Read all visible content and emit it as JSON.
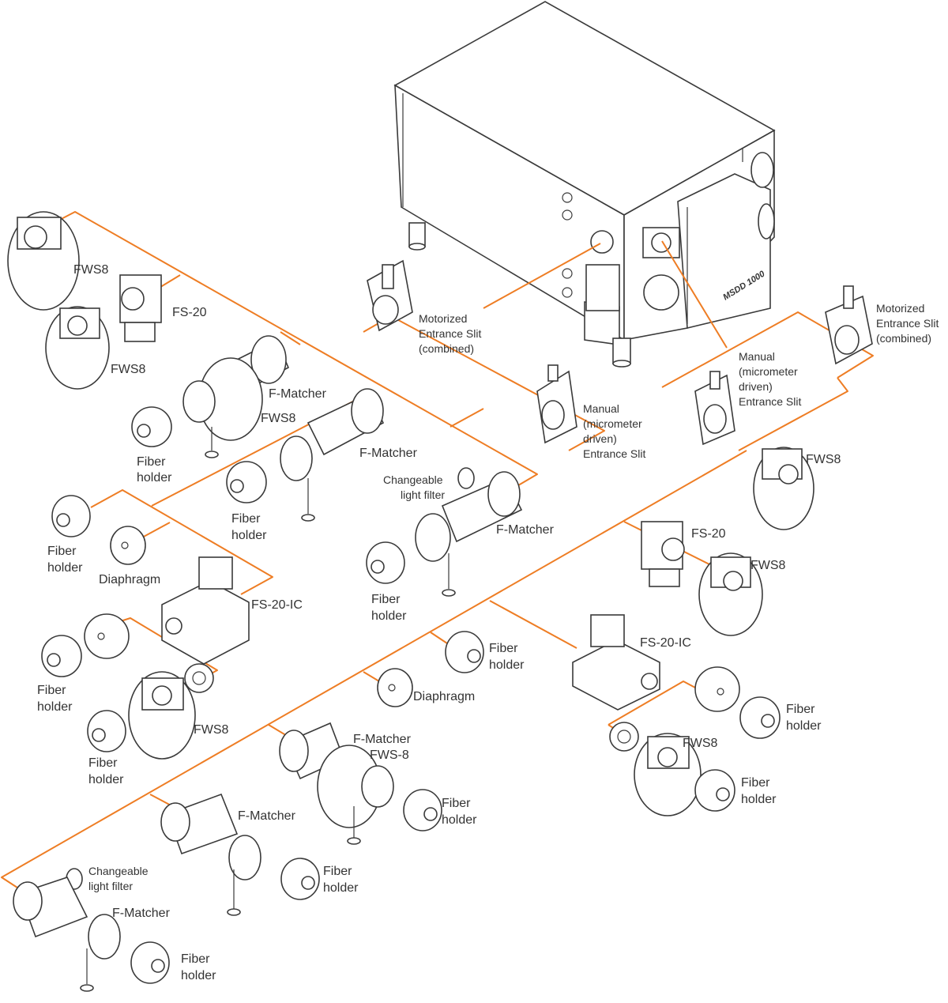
{
  "accent_color": "#ee7d24",
  "line_color": "#3a3a3a",
  "spectrometer": {
    "model": "MSDD 1000",
    "icon": "spectrometer-icon"
  },
  "labels": {
    "fws8_a": "FWS8",
    "fs20_a": "FS-20",
    "fws8_b": "FWS8",
    "fmatcher_a": "F-Matcher",
    "fws8_c": "FWS8",
    "fiber_a": [
      "Fiber",
      "holder"
    ],
    "fmatcher_b": "F-Matcher",
    "fiber_b": [
      "Fiber",
      "holder"
    ],
    "fiber_c": [
      "Fiber",
      "holder"
    ],
    "diaphragm_a": "Diaphragm",
    "fs20ic_a": "FS-20-IC",
    "fiber_d": [
      "Fiber",
      "holder"
    ],
    "fws8_d": "FWS8",
    "fiber_e": [
      "Fiber",
      "holder"
    ],
    "filter_a": [
      "Changeable",
      "light filter"
    ],
    "fmatcher_c": "F-Matcher",
    "fiber_f": [
      "Fiber",
      "holder"
    ],
    "motorized_left": [
      "Motorized",
      "Entrance Slit",
      "(combined)"
    ],
    "manual_left": [
      "Manual",
      "(micrometer",
      "driven)",
      "Entrance Slit"
    ],
    "motorized_right": [
      "Motorized",
      "Entrance Slit",
      "(combined)"
    ],
    "manual_right": [
      "Manual",
      "(micrometer",
      "driven)",
      "Entrance Slit"
    ],
    "fws8_e": "FWS8",
    "fs20_b": "FS-20",
    "fws8_f": "FWS8",
    "fiber_g": [
      "Fiber",
      "holder"
    ],
    "diaphragm_b": "Diaphragm",
    "fs20ic_b": "FS-20-IC",
    "fiber_h": [
      "Fiber",
      "holder"
    ],
    "fws8_g": "FWS8",
    "fiber_i": [
      "Fiber",
      "holder"
    ],
    "fmatcher_fws8": [
      "F-Matcher",
      "FWS-8"
    ],
    "fiber_j": [
      "Fiber",
      "holder"
    ],
    "fmatcher_d": "F-Matcher",
    "fiber_k": [
      "Fiber",
      "holder"
    ],
    "filter_b": [
      "Changeable",
      "light filter"
    ],
    "fmatcher_e": "F-Matcher",
    "fiber_l": [
      "Fiber",
      "holder"
    ]
  }
}
